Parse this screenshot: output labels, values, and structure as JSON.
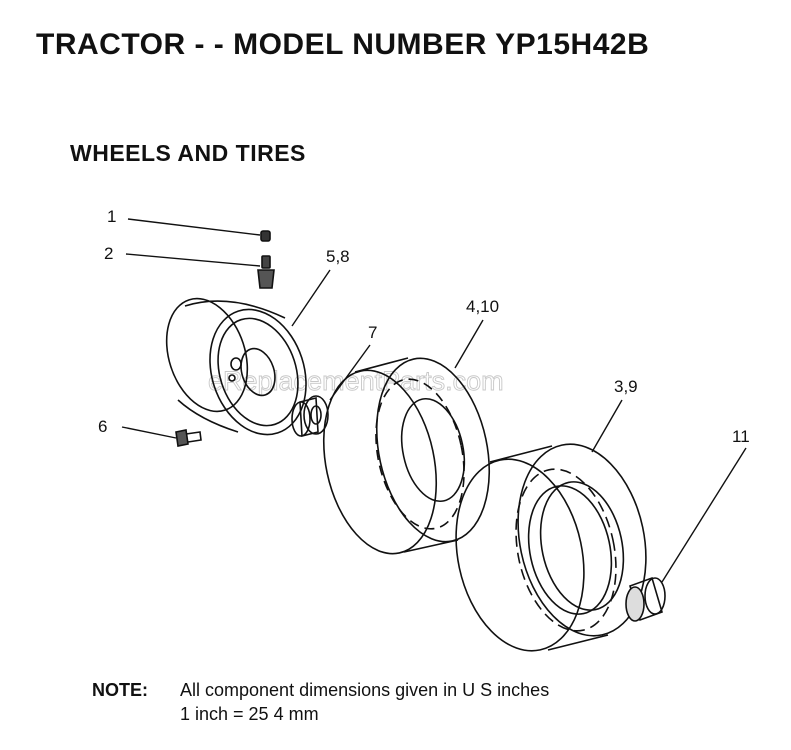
{
  "header": {
    "title": "TRACTOR - - MODEL NUMBER YP15H42B",
    "subtitle": "WHEELS AND TIRES"
  },
  "diagram": {
    "callouts": [
      "1",
      "2",
      "5,8",
      "7",
      "4,10",
      "3,9",
      "6",
      "11"
    ],
    "watermark": "eReplacementParts.com"
  },
  "note": {
    "label": "NOTE:",
    "line1": "All component dimensions given in U S  inches",
    "line2": "1 inch = 25 4 mm"
  }
}
